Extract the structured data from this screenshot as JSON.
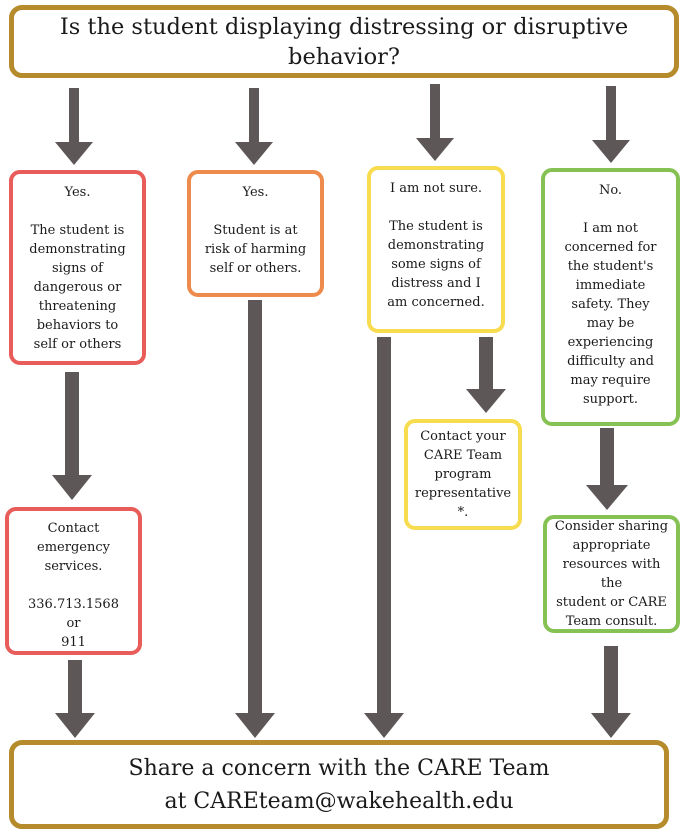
{
  "question": "Is the student displaying distressing or disruptive behavior?",
  "columns": [
    {
      "id": "yes-danger",
      "color": "#e85c5a",
      "answer": "Yes.",
      "description": "The student is\ndemonstrating\nsigns of\ndangerous or\nthreatening\nbehaviors to\nself or others",
      "action": {
        "text": "Contact\nemergency\nservices.",
        "phone": "336.713.1568",
        "or": "or",
        "emergency": "911"
      }
    },
    {
      "id": "yes-harm",
      "color": "#ee8b4c",
      "answer": "Yes.",
      "description": "Student is at\nrisk of harming\nself or others."
    },
    {
      "id": "not-sure",
      "color": "#f6dc4e",
      "answer": "I am not sure.",
      "description": "The student is\ndemonstrating\nsome signs of\ndistress and I\nam concerned.",
      "action": {
        "text": "Contact your\nCARE Team\nprogram\nrepresentative *."
      }
    },
    {
      "id": "no",
      "color": "#86c154",
      "answer": "No.",
      "description": "I am not\nconcerned for\nthe student's\nimmediate\nsafety.  They\nmay be\nexperiencing\ndifficulty and\nmay require\nsupport.",
      "action": {
        "text": "Consider sharing\nappropriate\nresources with the\nstudent or CARE\nTeam consult."
      }
    }
  ],
  "share": {
    "line1": "Share a concern with the CARE Team",
    "line2": "at CAREteam@wakehealth.edu"
  }
}
